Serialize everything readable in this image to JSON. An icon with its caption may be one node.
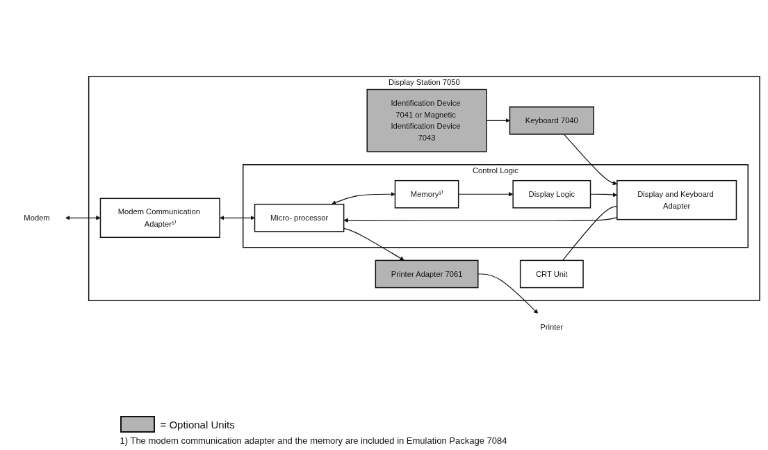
{
  "diagram": {
    "nodes": [
      {
        "text": [
          "Modem"
        ]
      },
      {
        "text": [
          "Printer"
        ]
      },
      {
        "text": [
          "Display Station 7050"
        ]
      },
      {
        "text": [
          "Modem Communication Adapter¹⁾"
        ],
        "in": 2
      },
      {
        "text": [
          "Printer Adapter 7061"
        ],
        "in": 2
      },
      {
        "text": [
          "Keyboard 7040"
        ],
        "in": 2
      },
      {
        "text": [
          "Identification Device 7041 or Magnetic Identification Device 7043"
        ],
        "in": 2
      },
      {
        "text": [
          "Control Logic"
        ],
        "in": 2
      },
      {
        "text": [
          "Micro- processor"
        ],
        "in": 7
      },
      {
        "text": [
          "Memory¹⁾"
        ],
        "in": 7
      },
      {
        "text": [
          "Display and Keyboard Adapter"
        ],
        "in": 7
      },
      {
        "text": [
          "Display Logic"
        ],
        "in": 7
      },
      {
        "text": [
          "CRT Unit"
        ],
        "in": 2
      }
    ],
    "edges": [
      {
        "from": 0,
        "to": 3,
        "arrow": "both"
      },
      {
        "from": 3,
        "to": 8,
        "arrow": "both"
      },
      {
        "from": 8,
        "to": 9,
        "arrow": "both"
      },
      {
        "from": 8,
        "to": 4,
        "arrow": "to"
      },
      {
        "from": 4,
        "to": 1,
        "arrow": "to"
      },
      {
        "from": 5,
        "to": 10,
        "arrow": "to"
      },
      {
        "from": 6,
        "to": 5,
        "arrow": "to"
      },
      {
        "from": 10,
        "to": 8,
        "arrow": "to"
      },
      {
        "from": 9,
        "to": 11,
        "arrow": "to"
      },
      {
        "from": 11,
        "to": 10,
        "arrow": "to"
      },
      {
        "from": 12,
        "to": 10,
        "arrow": "none"
      }
    ],
    "labels": [
      "1) The modem communication adapter and the memory are included in Emulation Package 7084"
    ],
    "legend": [
      {
        "text": "= Optional Units",
        "color": "#b4b4b4"
      }
    ]
  }
}
